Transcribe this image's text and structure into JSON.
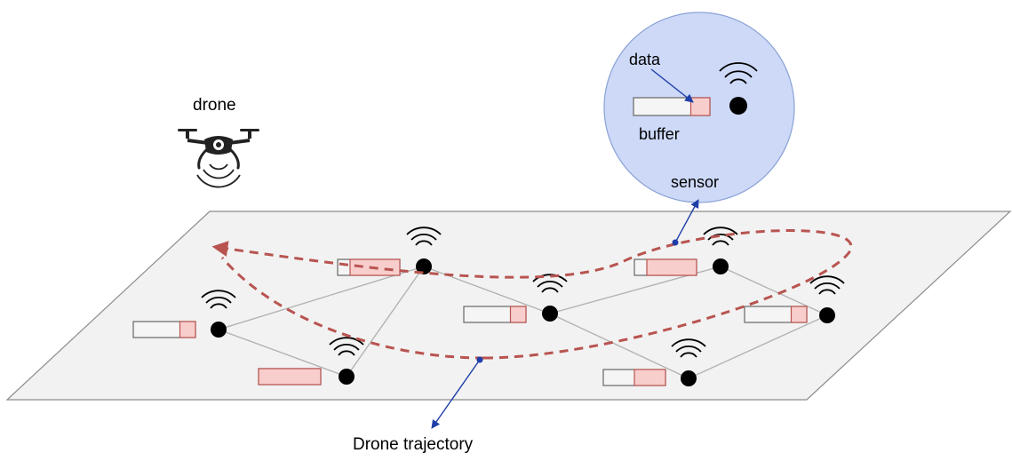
{
  "labels": {
    "drone": "drone",
    "data": "data",
    "buffer": "buffer",
    "sensor": "sensor",
    "trajectory": "Drone trajectory"
  },
  "colors": {
    "plane_fill": "#f2f2f2",
    "plane_stroke": "#8c8c8c",
    "buffer_fill": "#f8cecc",
    "buffer_stroke": "#b85450",
    "empty_fill": "#f5f5f5",
    "empty_stroke": "#666666",
    "trajectory": "#b85450",
    "pointer": "#1f3ea8",
    "zoom_fill": "#cdd9f7",
    "zoom_stroke": "#8aa2d6",
    "link": "#b3b3b3",
    "node": "#000000"
  },
  "icons": {
    "drone": "drone-icon",
    "signal": "wifi-signal-icon",
    "node": "sensor-node-icon"
  },
  "sensors": [
    {
      "id": "s1",
      "buffer_fill_fraction": 0.25
    },
    {
      "id": "s2",
      "buffer_fill_fraction": 1.0
    },
    {
      "id": "s3",
      "buffer_fill_fraction": 0.8
    },
    {
      "id": "s4",
      "buffer_fill_fraction": 0.25
    },
    {
      "id": "s5",
      "buffer_fill_fraction": 0.8
    },
    {
      "id": "s6",
      "buffer_fill_fraction": 0.25
    },
    {
      "id": "s7",
      "buffer_fill_fraction": 0.5
    },
    {
      "id": "s8",
      "buffer_fill_fraction": 0.25
    }
  ],
  "zoom_buffer_fill_fraction": 0.25
}
